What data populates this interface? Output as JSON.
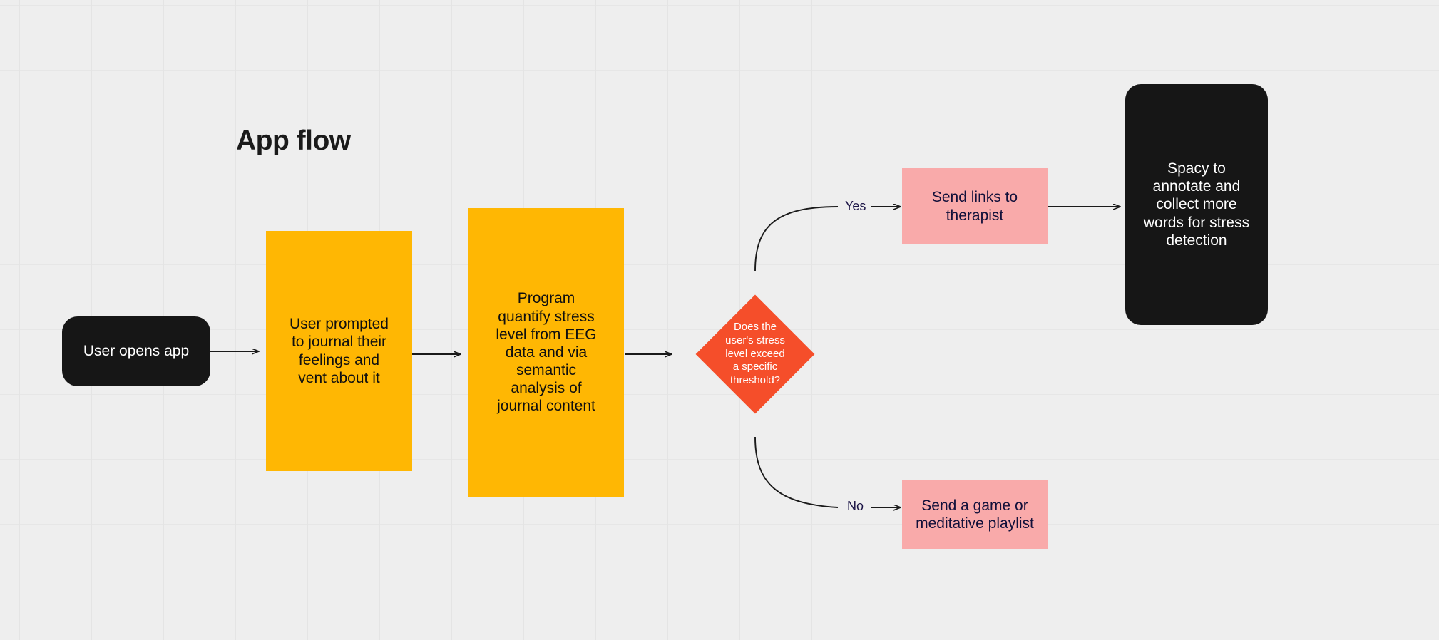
{
  "diagram": {
    "title": "App flow",
    "background_color": "#eeeeee",
    "grid": "on",
    "colors": {
      "dark_node": "#161616",
      "amber_node": "#ffb703",
      "pink_node": "#f9aaaa",
      "decision_node": "#f54e2a",
      "edge": "#1a1a1a",
      "edge_label": "#1b1446"
    },
    "nodes": [
      {
        "id": "start",
        "label": "User opens app",
        "shape": "rounded-rectangle",
        "style": "dark"
      },
      {
        "id": "journal",
        "label": "User prompted\nto journal their\nfeelings and\nvent about it",
        "shape": "rectangle",
        "style": "amber"
      },
      {
        "id": "quantify",
        "label": "Program\nquantify stress\nlevel from EEG\ndata and via\nsemantic\nanalysis of\njournal content",
        "shape": "rectangle",
        "style": "amber"
      },
      {
        "id": "decision",
        "label": "Does the\nuser's stress\nlevel exceed\na specific\nthreshold?",
        "shape": "diamond",
        "style": "decision"
      },
      {
        "id": "therapist",
        "label": "Send links to\ntherapist",
        "shape": "rectangle",
        "style": "pink"
      },
      {
        "id": "playlist",
        "label": "Send a game or\nmeditative playlist",
        "shape": "rectangle",
        "style": "pink"
      },
      {
        "id": "spacy",
        "label": "Spacy to\nannotate and\ncollect more\nwords for stress\ndetection",
        "shape": "rounded-rectangle",
        "style": "dark"
      }
    ],
    "edges": [
      {
        "id": "e1",
        "from": "start",
        "to": "journal",
        "label": ""
      },
      {
        "id": "e2",
        "from": "journal",
        "to": "quantify",
        "label": ""
      },
      {
        "id": "e3",
        "from": "quantify",
        "to": "decision",
        "label": ""
      },
      {
        "id": "e4",
        "from": "decision",
        "to": "therapist",
        "label": "Yes"
      },
      {
        "id": "e5",
        "from": "decision",
        "to": "playlist",
        "label": "No"
      },
      {
        "id": "e6",
        "from": "therapist",
        "to": "spacy",
        "label": ""
      }
    ]
  }
}
